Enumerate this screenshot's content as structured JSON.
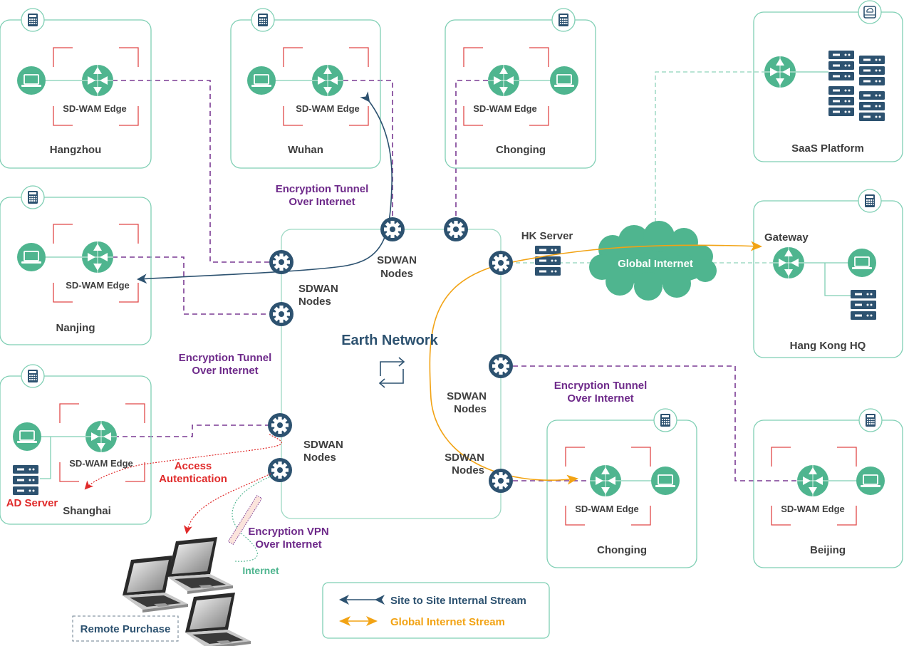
{
  "colors": {
    "site_border": "#7fcfb4",
    "accent_green": "#4fb58f",
    "node_dark": "#2d5270",
    "tunnel_purple": "#7a3a93",
    "edge_red": "#e04848",
    "internet_orange": "#f2a314",
    "text_dark": "#3f3f3f"
  },
  "sites": [
    {
      "id": "hangzhou",
      "title": "Hangzhou",
      "edge_label": "SD-WAM Edge",
      "badge_icon": "calculator-icon"
    },
    {
      "id": "wuhan",
      "title": "Wuhan",
      "edge_label": "SD-WAM Edge",
      "badge_icon": "calculator-icon"
    },
    {
      "id": "chonging-top",
      "title": "Chonging",
      "edge_label": "SD-WAM Edge",
      "badge_icon": "calculator-icon"
    },
    {
      "id": "nanjing",
      "title": "Nanjing",
      "edge_label": "SD-WAM Edge",
      "badge_icon": "calculator-icon"
    },
    {
      "id": "shanghai",
      "title": "Shanghai",
      "edge_label": "SD-WAM Edge",
      "badge_icon": "calculator-icon",
      "server_label": "AD Server"
    },
    {
      "id": "chonging-bottom",
      "title": "Chonging",
      "edge_label": "SD-WAM Edge",
      "badge_icon": "calculator-icon"
    },
    {
      "id": "beijing",
      "title": "Beijing",
      "edge_label": "SD-WAM Edge",
      "badge_icon": "calculator-icon"
    },
    {
      "id": "saas",
      "title": "SaaS Platform",
      "badge_icon": "cloud-drive-icon"
    },
    {
      "id": "hk-hq",
      "title": "Hang Kong  HQ",
      "gateway_label": "Gateway",
      "badge_icon": "calculator-icon"
    }
  ],
  "core": {
    "title": "Earth Network",
    "node_label_line1": "SDWAN",
    "node_label_line2": "Nodes",
    "hk_server": "HK Server",
    "cloud": "Global Internet"
  },
  "annotations": {
    "tunnel_top_line1": "Encryption Tunnel",
    "tunnel_top_line2": "Over Internet",
    "tunnel_left_line1": "Encryption Tunnel",
    "tunnel_left_line2": "Over Internet",
    "tunnel_right_line1": "Encryption Tunnel",
    "tunnel_right_line2": "Over Internet",
    "access_line1": "Access",
    "access_line2": "Autentication",
    "vpn_line1": "Encryption VPN",
    "vpn_line2": "Over Internet",
    "internet": "Internet",
    "remote": "Remote Purchase"
  },
  "legend": {
    "items": [
      {
        "label": "Site to Site Internal Stream",
        "color": "#2d5270"
      },
      {
        "label": "Global Internet Stream",
        "color": "#f2a314"
      }
    ]
  }
}
